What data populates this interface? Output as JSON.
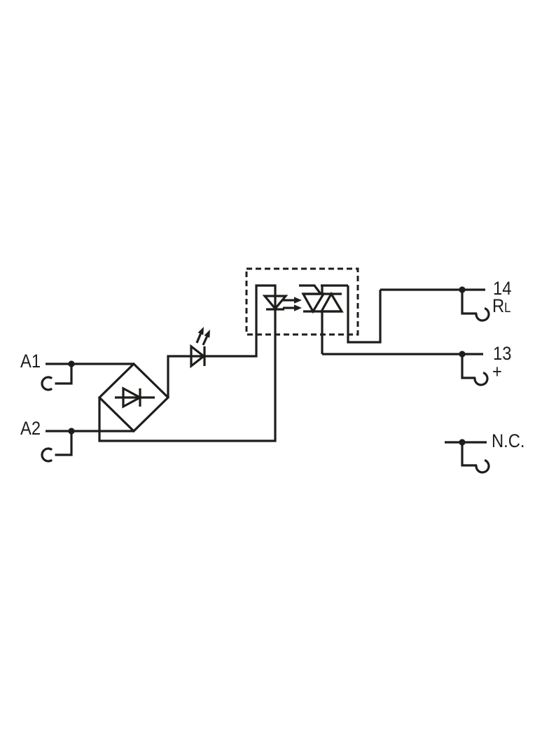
{
  "diagram": {
    "type": "circuit-schematic",
    "ink_color": "#1d1d1b",
    "background_color": "#ffffff",
    "labels": {
      "a1": "A1",
      "a2": "A2",
      "t14": "14",
      "rl_main": "R",
      "rl_sub": "L",
      "t13": "13",
      "plus": "+",
      "nc": "N.C."
    },
    "components": {
      "input_bridge": "bridge-rectifier-icon",
      "indicator": "status-led-icon",
      "isolation": "optocoupler-boundary-box",
      "output_switch": "triac-icon",
      "terminal_clamp": "cage-clamp-icon",
      "junction": "connection-dot-icon"
    }
  }
}
